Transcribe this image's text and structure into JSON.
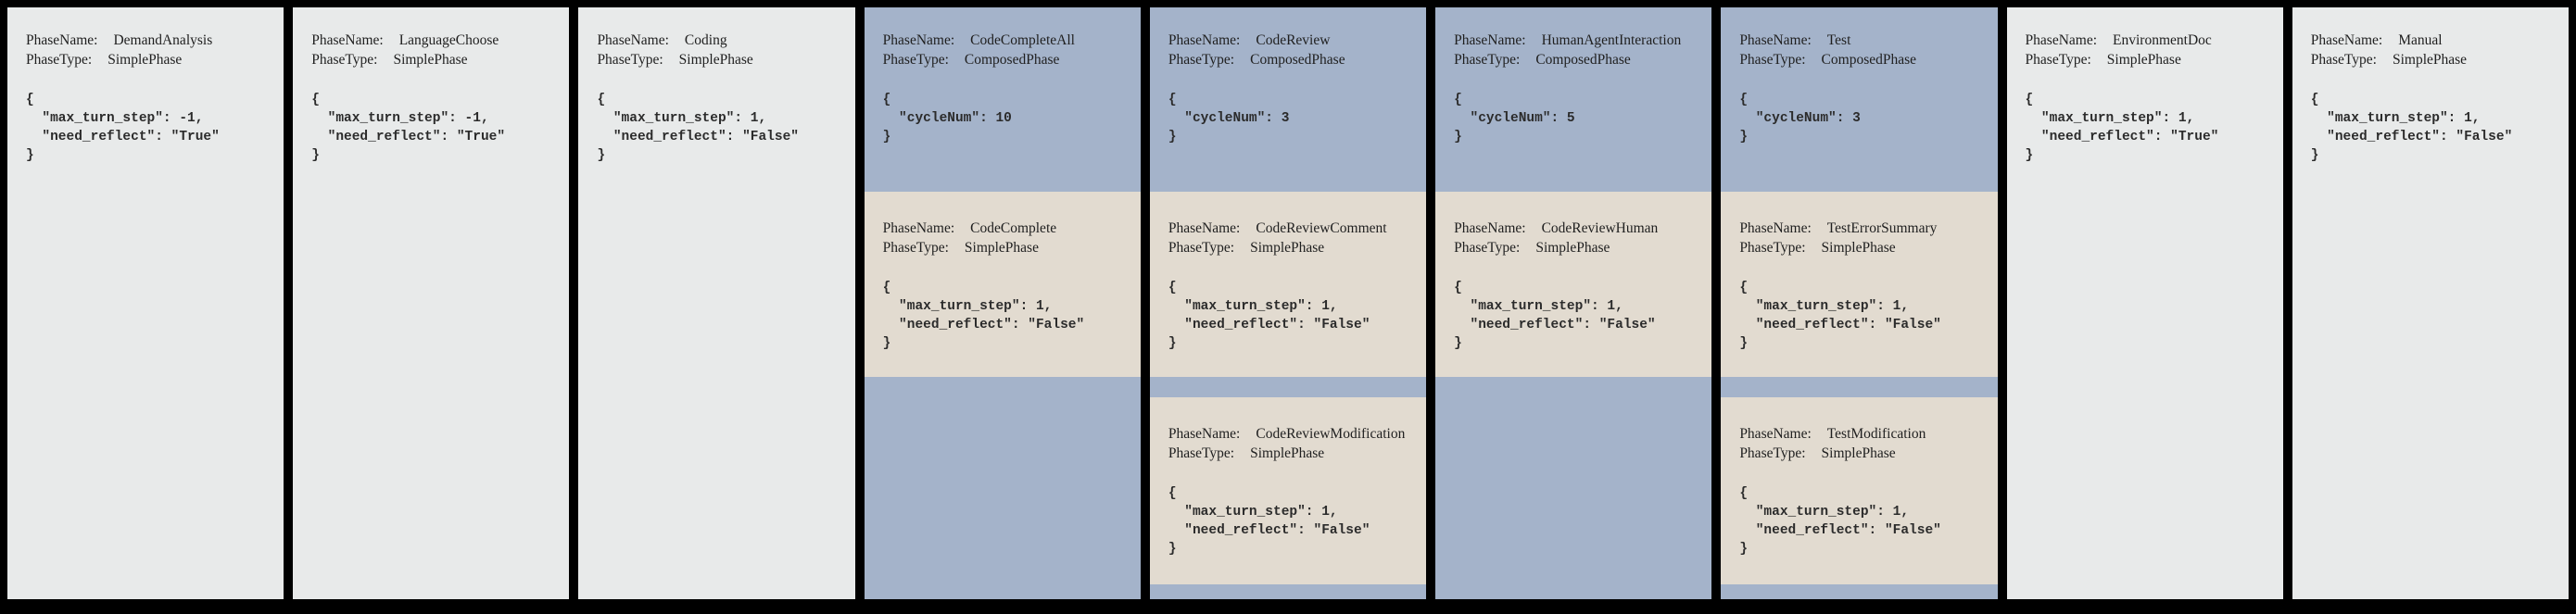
{
  "labels": {
    "phase_name": "PhaseName:",
    "phase_type": "PhaseType:"
  },
  "colors": {
    "background": "#000000",
    "simple_card": "#e8eaea",
    "composed_card_blue": "#a4b3ca",
    "subphase_beige": "#e2dbd0",
    "text": "#1f1f1f"
  },
  "phases": [
    {
      "name": "DemandAnalysis",
      "type": "SimplePhase",
      "config": "{\n  \"max_turn_step\": -1,\n  \"need_reflect\": \"True\"\n}"
    },
    {
      "name": "LanguageChoose",
      "type": "SimplePhase",
      "config": "{\n  \"max_turn_step\": -1,\n  \"need_reflect\": \"True\"\n}"
    },
    {
      "name": "Coding",
      "type": "SimplePhase",
      "config": "{\n  \"max_turn_step\": 1,\n  \"need_reflect\": \"False\"\n}"
    },
    {
      "name": "CodeCompleteAll",
      "type": "ComposedPhase",
      "config": "{\n  \"cycleNum\": 10\n}",
      "subphases": [
        {
          "name": "CodeComplete",
          "type": "SimplePhase",
          "config": "{\n  \"max_turn_step\": 1,\n  \"need_reflect\": \"False\"\n}"
        }
      ]
    },
    {
      "name": "CodeReview",
      "type": "ComposedPhase",
      "config": "{\n  \"cycleNum\": 3\n}",
      "subphases": [
        {
          "name": "CodeReviewComment",
          "type": "SimplePhase",
          "config": "{\n  \"max_turn_step\": 1,\n  \"need_reflect\": \"False\"\n}"
        },
        {
          "name": "CodeReviewModification",
          "type": "SimplePhase",
          "config": "{\n  \"max_turn_step\": 1,\n  \"need_reflect\": \"False\"\n}"
        }
      ]
    },
    {
      "name": "HumanAgentInteraction",
      "type": "ComposedPhase",
      "config": "{\n  \"cycleNum\": 5\n}",
      "subphases": [
        {
          "name": "CodeReviewHuman",
          "type": "SimplePhase",
          "config": "{\n  \"max_turn_step\": 1,\n  \"need_reflect\": \"False\"\n}"
        }
      ]
    },
    {
      "name": "Test",
      "type": "ComposedPhase",
      "config": "{\n  \"cycleNum\": 3\n}",
      "subphases": [
        {
          "name": "TestErrorSummary",
          "type": "SimplePhase",
          "config": "{\n  \"max_turn_step\": 1,\n  \"need_reflect\": \"False\"\n}"
        },
        {
          "name": "TestModification",
          "type": "SimplePhase",
          "config": "{\n  \"max_turn_step\": 1,\n  \"need_reflect\": \"False\"\n}"
        }
      ]
    },
    {
      "name": "EnvironmentDoc",
      "type": "SimplePhase",
      "config": "{\n  \"max_turn_step\": 1,\n  \"need_reflect\": \"True\"\n}"
    },
    {
      "name": "Manual",
      "type": "SimplePhase",
      "config": "{\n  \"max_turn_step\": 1,\n  \"need_reflect\": \"False\"\n}"
    }
  ]
}
